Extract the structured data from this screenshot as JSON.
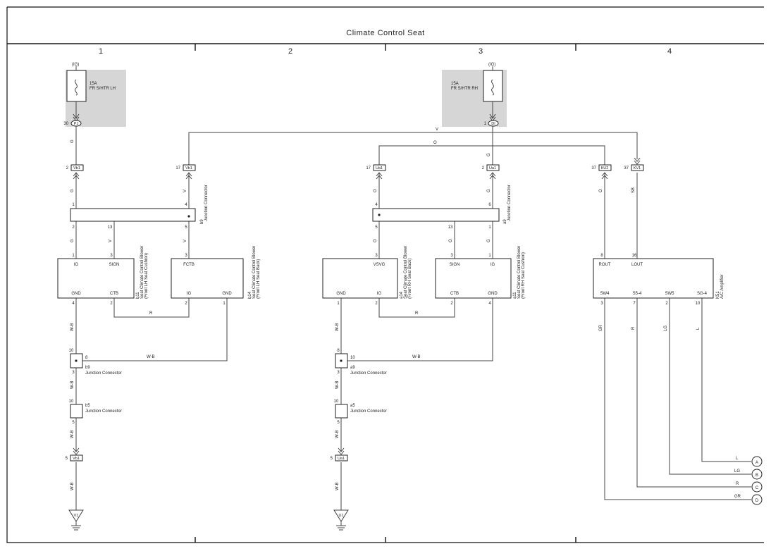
{
  "title": "Climate Control Seat",
  "columns": [
    "1",
    "2",
    "3",
    "4"
  ],
  "fuses": [
    {
      "supply": "(IG)",
      "rating": "15A",
      "name": "FR S/HTR LH",
      "pin": "30",
      "conn": "PJ"
    },
    {
      "supply": "(IG)",
      "rating": "15A",
      "name": "FR S/HTR RH",
      "pin": "1",
      "conn": "DI"
    }
  ],
  "junction_connector_label": "Junction Connector",
  "junctions": {
    "left_upper": "b9",
    "right_upper": "a9",
    "left_lower_b9": "b9",
    "left_lower_b5": "b5",
    "right_lower_a9": "a9",
    "right_lower_a5": "a5"
  },
  "connectors": {
    "vb1_a": {
      "pin": "2",
      "name": "Vb1"
    },
    "vb1_b": {
      "pin": "17",
      "name": "Vb1"
    },
    "ua1_a": {
      "pin": "17",
      "name": "Ua1"
    },
    "ua1_b": {
      "pin": "2",
      "name": "Ua1"
    },
    "ku2": {
      "pin": "37",
      "name": "KU2"
    },
    "kv1": {
      "pin": "37",
      "name": "KV1"
    },
    "vb1_c": {
      "pin": "5",
      "name": "Vb1"
    },
    "ua1_c": {
      "pin": "5",
      "name": "Ua1"
    }
  },
  "components": {
    "b11": {
      "id": "b11",
      "name": "Seat Climate Control Blower",
      "detail": "(Front LH Seat Cushion)",
      "pins_top": [
        "IG",
        "SIGN"
      ],
      "pins_bottom": [
        "GND",
        "CTB"
      ]
    },
    "b14": {
      "id": "b14",
      "name": "Seat Climate Control Blower",
      "detail": "(Front LH Seat Back)",
      "pins_top": [
        "FCTB"
      ],
      "pins_bottom": [
        "IG",
        "GND"
      ]
    },
    "a14": {
      "id": "a14",
      "name": "Seat Climate Control Blower",
      "detail": "(Front RH Seat Back)",
      "pins_top": [
        "VSVG"
      ],
      "pins_bottom": [
        "GND",
        "IG"
      ]
    },
    "a11": {
      "id": "a11",
      "name": "Seat Climate Control Blower",
      "detail": "(Front RH Seat Cushion)",
      "pins_top": [
        "SIGN",
        "IG"
      ],
      "pins_bottom": [
        "CTB",
        "GND"
      ]
    },
    "k51": {
      "id": "K51",
      "name": "A/C Amplifier",
      "pins_top": [
        "ROUT",
        "LOUT"
      ],
      "pins_bottom": [
        "SW4",
        "S5-4",
        "SW5",
        "SG-4"
      ]
    }
  },
  "wire_colors": {
    "g": "G",
    "v": "V",
    "o": "O",
    "sb": "SB",
    "r": "R",
    "wb": "W-B",
    "gr": "GR",
    "lg": "LG",
    "l": "L"
  },
  "grounds": [
    "V1",
    "U1"
  ],
  "offpage": [
    "A",
    "B",
    "C",
    "D"
  ]
}
